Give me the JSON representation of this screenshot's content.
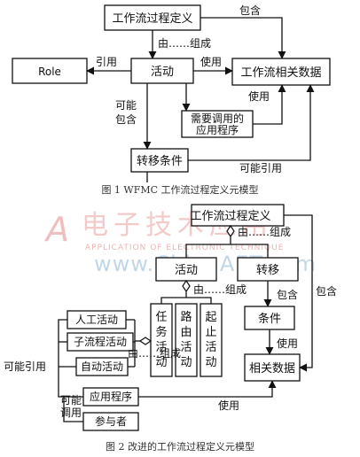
{
  "fig1": {
    "boxes": {
      "workflow_def": "工作流过程定义",
      "role": "Role",
      "activity": "活动",
      "related_data": "工作流相关数据",
      "app_line1": "需要调用的",
      "app_line2": "应用程序",
      "transition": "转移条件"
    },
    "labels": {
      "consist_of": "由……组成",
      "contains": "包含",
      "reference": "引用",
      "use": "使用",
      "may": "可能",
      "contain": "包含",
      "may_reference": "可能引用"
    },
    "caption": "图 1   WFMC 工作流过程定义元模型"
  },
  "watermark": {
    "cn": "电子技术应用",
    "en": "APPLICATION OF ELECTRONIC TECHNIQUE",
    "url": "www.ChinaAET.com"
  },
  "fig2": {
    "boxes": {
      "workflow_def": "工作流过程定义",
      "activity": "活动",
      "transition": "转移",
      "condition": "条件",
      "related_data": "相关数据",
      "human_activity": "人工活动",
      "subflow_activity": "子流程活动",
      "auto_activity": "自动活动",
      "app": "应用程序",
      "participant": "参与者"
    },
    "vertical": {
      "task": [
        "任",
        "务",
        "活",
        "动"
      ],
      "route": [
        "路",
        "由",
        "活",
        "动"
      ],
      "startend": [
        "起",
        "止",
        "活",
        "动"
      ]
    },
    "labels": {
      "consist_of": "由……组成",
      "contains": "包含",
      "use": "使用",
      "may_reference": "可能引用",
      "may": "可能",
      "call": "调用"
    },
    "caption": "图 2   改进的工作流过程定义元模型"
  }
}
